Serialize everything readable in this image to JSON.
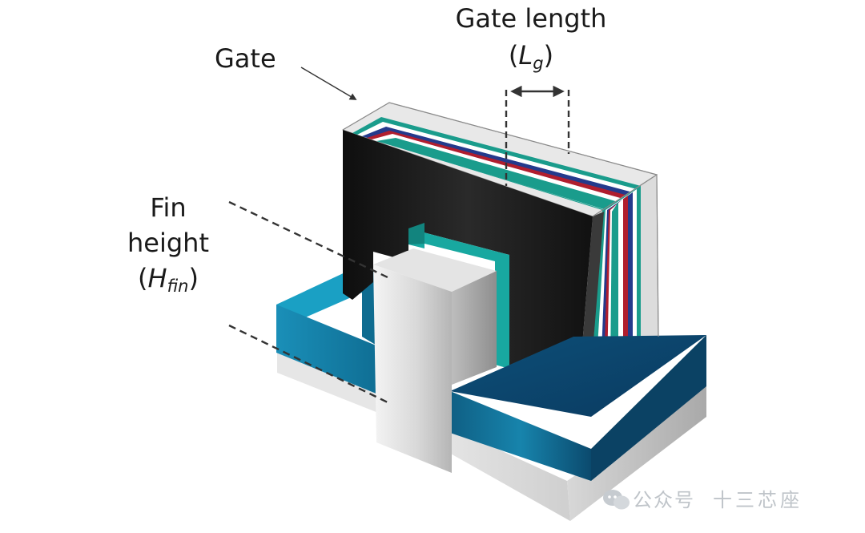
{
  "labels": {
    "gate": "Gate",
    "gate_length": {
      "title": "Gate length",
      "symbol_open": "(",
      "symbol_main": "L",
      "symbol_sub": "g",
      "symbol_close": ")"
    },
    "fin_height": {
      "line1": "Fin",
      "line2": "height",
      "symbol_open": "(",
      "symbol_main": "H",
      "symbol_sub": "fin",
      "symbol_close": ")"
    }
  },
  "watermark": {
    "text1": "公众号",
    "text2": "十三芯座"
  },
  "colors": {
    "gate_black": "#141414",
    "layer_teal": "#1a9c8c",
    "layer_white": "#ffffff",
    "layer_blue": "#243a8c",
    "layer_red": "#b01e2e",
    "fin_silver": "#d6d6d6",
    "oxide_cyan": "#1684a8",
    "oxide_dark": "#0c4468",
    "liner_teal": "#18a8a0"
  }
}
